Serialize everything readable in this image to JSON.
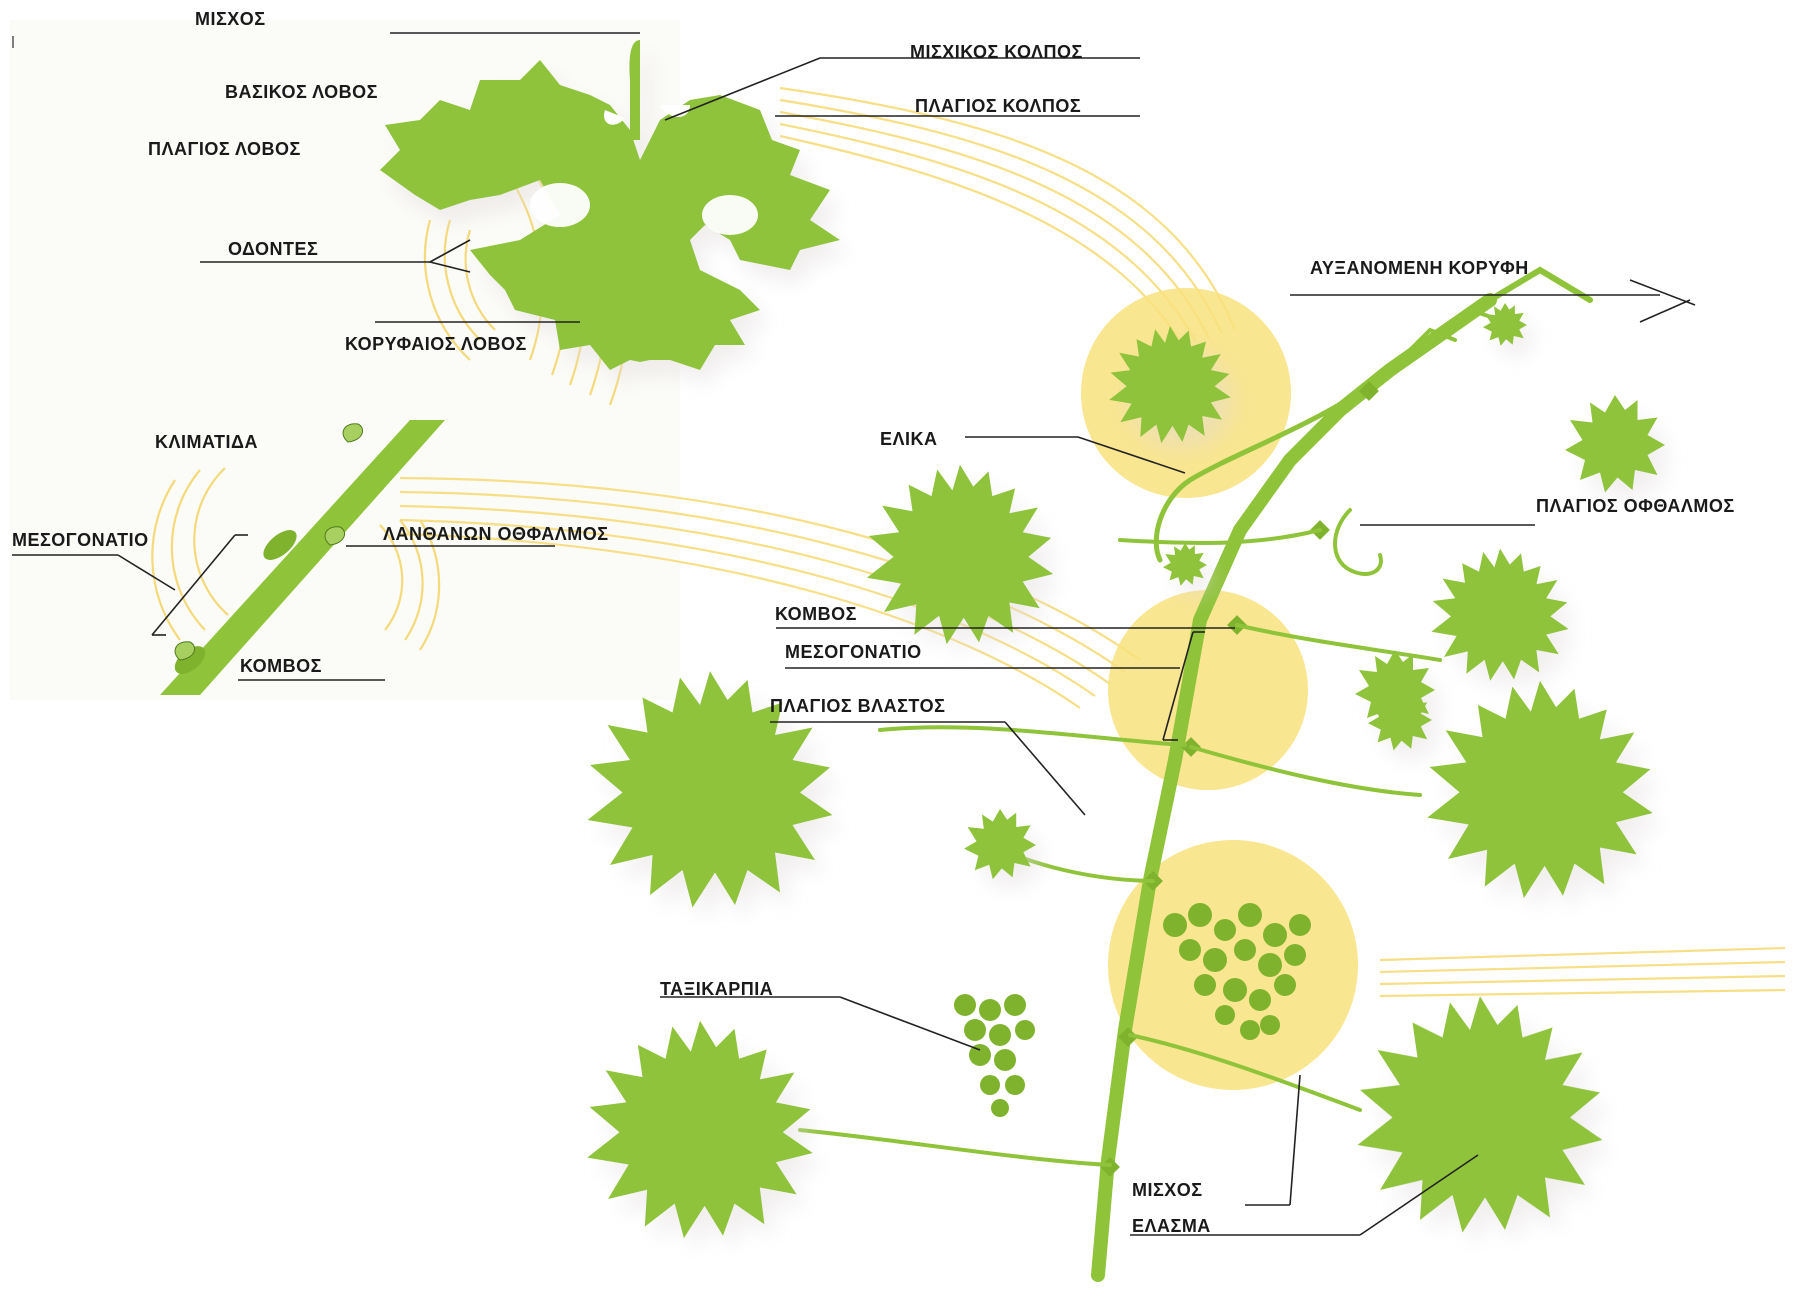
{
  "labels": {
    "leaf_petiole": "ΜΙΣΧΟΣ",
    "petiolar_sinus": "ΜΙΣΧΙΚΟΣ ΚΟΛΠΟΣ",
    "basal_lobe": "ΒΑΣΙΚΟΣ ΛΟΒΟΣ",
    "lateral_sinus": "ΠΛΑΓΙΟΣ ΚΟΛΠΟΣ",
    "lateral_lobe": "ΠΛΑΓΙΟΣ ΛΟΒΟΣ",
    "teeth": "ΟΔΟΝΤΕΣ",
    "terminal_lobe": "ΚΟΡΥΦΑΙΟΣ ΛΟΒΟΣ",
    "growing_tip": "ΑΥΞΑΝΟΜΕΝΗ ΚΟΡΥΦΗ",
    "cane": "ΚΛΙΜΑΤΙΔΑ",
    "tendril": "ΕΛΙΚΑ",
    "internode_left": "ΜΕΣΟΓΟΝΑΤΙΟ",
    "latent_bud": "ΛΑΝΘΑΝΩΝ ΟΘΦΑΛΜΟΣ",
    "lateral_bud": "ΠΛΑΓΙΟΣ ΟΦΘΑΛΜΟΣ",
    "node_left": "ΚΟΜΒΟΣ",
    "node_right": "ΚΟΜΒΟΣ",
    "internode_right": "ΜΕΣΟΓΟΝΑΤΙΟ",
    "lateral_shoot": "ΠΛΑΓΙΟΣ ΒΛΑΣΤΟΣ",
    "inflorescence": "ΤΑΞΙΚΑΡΠΙΑ",
    "petiole_bottom": "ΜΙΣΧΟΣ",
    "blade": "ΕΛΑΣΜΑ"
  },
  "colors": {
    "plant_green": "#8fc33a",
    "highlight_yellow": "#f8e27c",
    "label_text": "#1a1a1a"
  }
}
